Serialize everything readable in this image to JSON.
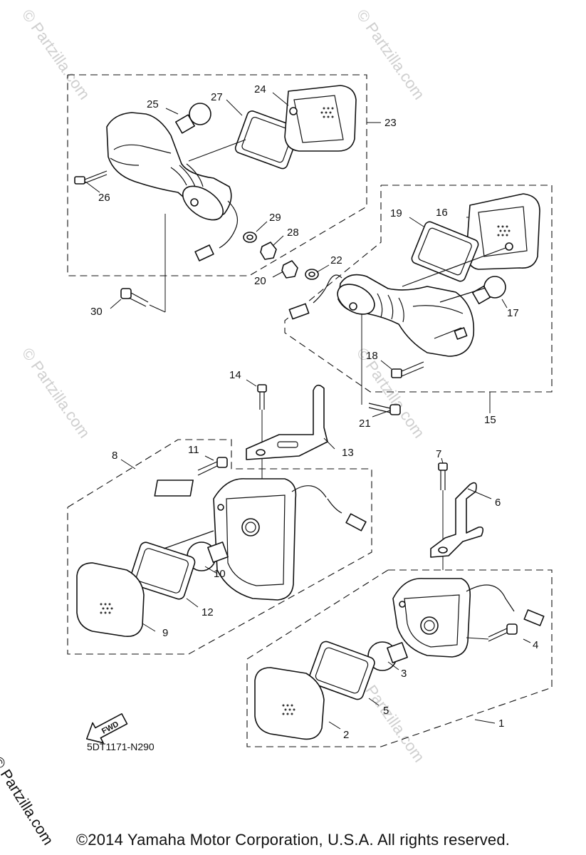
{
  "watermark": {
    "text": "© Partzilla.com"
  },
  "diagram": {
    "callouts": [
      "1",
      "2",
      "3",
      "4",
      "5",
      "6",
      "7",
      "8",
      "9",
      "10",
      "11",
      "12",
      "13",
      "14",
      "15",
      "16",
      "17",
      "18",
      "19",
      "20",
      "21",
      "22",
      "23",
      "24",
      "25",
      "26",
      "27",
      "28",
      "29",
      "30"
    ],
    "fwd_arrow_label": "FWD",
    "diagram_code": "5DT1171-N290"
  },
  "footer": {
    "copyright": "©2014  Yamaha Motor Corporation, U.S.A. All rights reserved."
  }
}
